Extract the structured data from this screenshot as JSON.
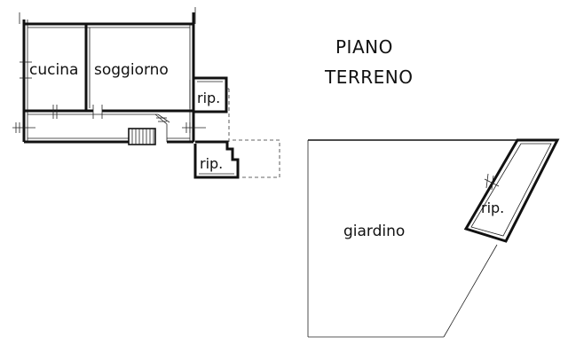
{
  "title": {
    "line1": "PIANO",
    "line2": "TERRENO"
  },
  "rooms": {
    "kitchen": "cucina",
    "living": "soggiorno",
    "storage_upper": "rip.",
    "storage_lower": "rip.",
    "storage_garden": "rip.",
    "garden": "giardino"
  }
}
